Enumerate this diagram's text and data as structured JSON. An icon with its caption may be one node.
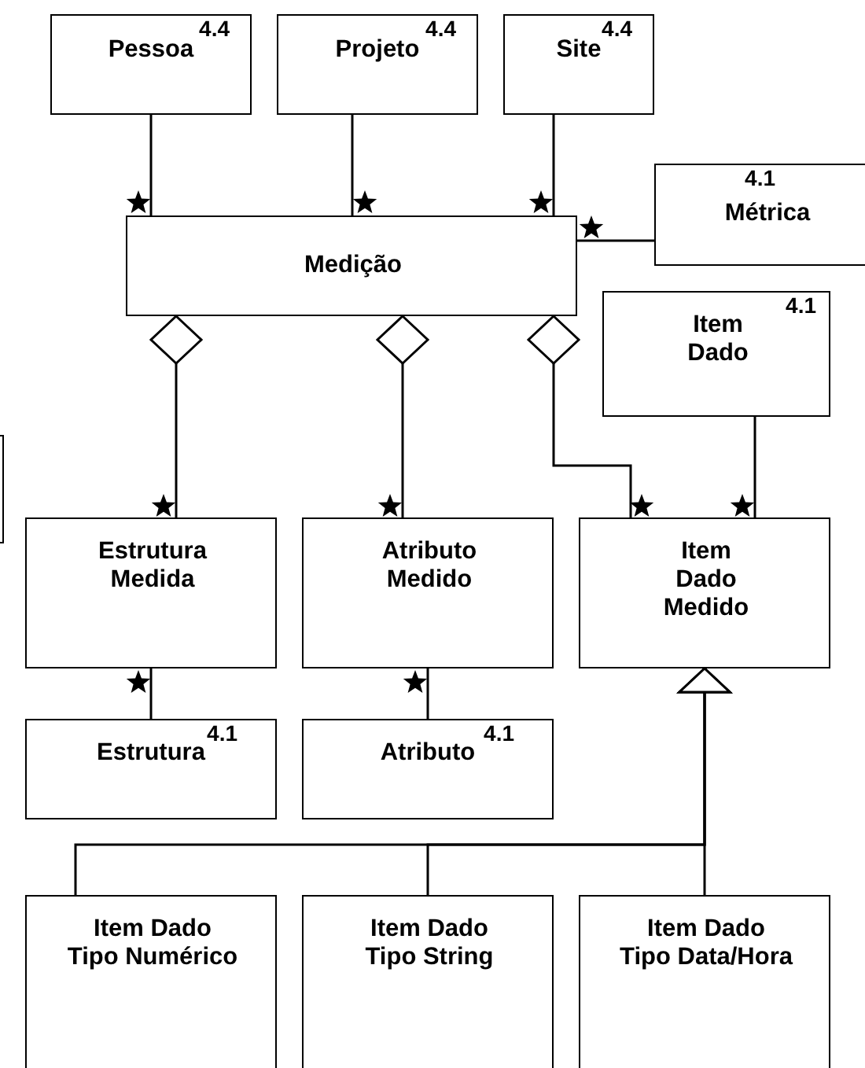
{
  "diagram": {
    "nodes": [
      {
        "text": [
          "Pessoa",
          "4.4"
        ]
      },
      {
        "text": [
          "Projeto",
          "4.4"
        ]
      },
      {
        "text": [
          "Site",
          "4.4"
        ]
      },
      {
        "text": [
          "4.1",
          "Métrica"
        ]
      },
      {
        "text": [
          "Medição"
        ]
      },
      {
        "text": [
          "4.1",
          "Item Dado"
        ]
      },
      {
        "text": [
          "Estrutura Medida"
        ]
      },
      {
        "text": [
          "Atributo Medido"
        ]
      },
      {
        "text": [
          "Item Dado Medido"
        ]
      },
      {
        "text": [
          "Estrutura",
          "4.1"
        ]
      },
      {
        "text": [
          "Atributo",
          "4.1"
        ]
      },
      {
        "text": [
          "Item Dado Tipo Numérico"
        ]
      },
      {
        "text": [
          "Item Dado Tipo String"
        ]
      },
      {
        "text": [
          "Item Dado Tipo Data/Hora"
        ]
      }
    ],
    "edges": [
      {
        "from": 0,
        "to": 4,
        "arrow": "other"
      },
      {
        "from": 1,
        "to": 4,
        "arrow": "other"
      },
      {
        "from": 2,
        "to": 4,
        "arrow": "other"
      },
      {
        "from": 3,
        "to": 4,
        "arrow": "other"
      },
      {
        "from": 4,
        "to": 6,
        "arrow": "other"
      },
      {
        "from": 4,
        "to": 7,
        "arrow": "other"
      },
      {
        "from": 4,
        "to": 8,
        "arrow": "other"
      },
      {
        "from": 5,
        "to": 8,
        "arrow": "other"
      },
      {
        "from": 9,
        "to": 6,
        "arrow": "other"
      },
      {
        "from": 10,
        "to": 7,
        "arrow": "other"
      },
      {
        "from": 11,
        "to": 8,
        "arrow": "to"
      },
      {
        "from": 12,
        "to": 8,
        "arrow": "to"
      },
      {
        "from": 13,
        "to": 8,
        "arrow": "to"
      }
    ]
  }
}
